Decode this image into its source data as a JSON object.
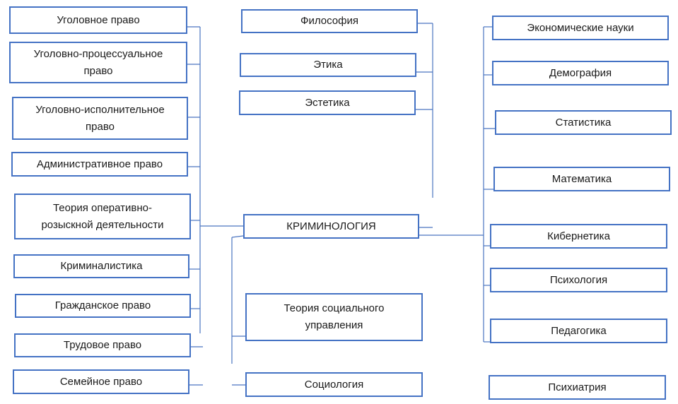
{
  "diagram": {
    "center": "КРИМИНОЛОГИЯ",
    "left": [
      "Уголовное право",
      "Уголовно-процессуальное право",
      "Уголовно-исполнительное право",
      "Административное право",
      "Теория оперативно-розыскной деятельности",
      "Криминалистика",
      "Гражданское право",
      "Трудовое право",
      "Семейное право"
    ],
    "top_middle": [
      "Философия",
      "Этика",
      "Эстетика"
    ],
    "bottom_middle": [
      "Теория социального управления",
      "Социология"
    ],
    "right": [
      "Экономические науки",
      "Демография",
      "Статистика",
      "Математика",
      "Кибернетика",
      "Психология",
      "Педагогика",
      "Психиатрия"
    ]
  },
  "colors": {
    "border": "#4472c4",
    "connector": "#4a74c0",
    "text": "#1a1a1a",
    "background": "#ffffff"
  }
}
